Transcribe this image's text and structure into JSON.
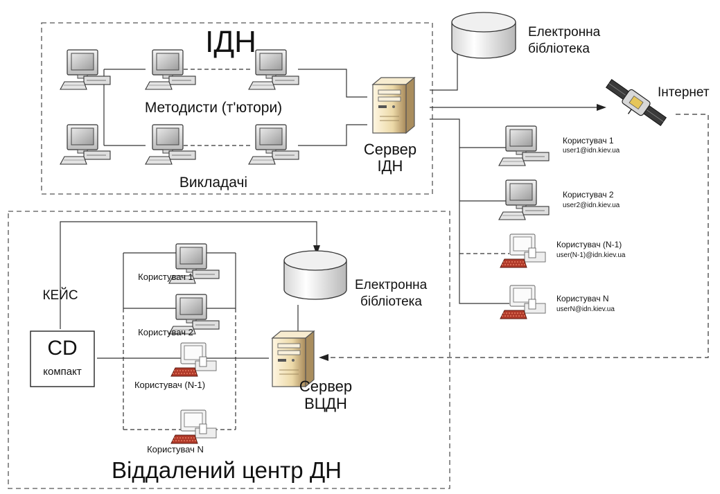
{
  "idn": {
    "title": "ІДН",
    "methodists_label": "Методисти (т'ютори)",
    "teachers_label": "Викладачі",
    "server_line1": "Сервер",
    "server_line2": "ІДН",
    "library_line1": "Електронна",
    "library_line2": "бібліотека"
  },
  "internet_label": "Інтернет",
  "remote_users": [
    {
      "name": "Користувач 1",
      "email": "user1@idn.kiev.ua"
    },
    {
      "name": "Користувач 2",
      "email": "user2@idn.kiev.ua"
    },
    {
      "name": "Користувач (N-1)",
      "email": "user(N-1)@idn.kiev.ua"
    },
    {
      "name": "Користувач N",
      "email": "userN@idn.kiev.ua"
    }
  ],
  "center": {
    "title": "Віддалений центр ДН",
    "case_label": "КЕЙС",
    "cd_line1": "CD",
    "cd_line2": "компакт",
    "library_line1": "Електронна",
    "library_line2": "бібліотека",
    "server_line1": "Сервер",
    "server_line2": "ВЦДН",
    "users": [
      "Користувач 1",
      "Користувач 2",
      "Користувач (N-1)",
      "Користувач N"
    ]
  },
  "icons": {
    "workstation": "desktop-computer-icon",
    "faded_workstation": "desktop-computer-red-keyboard-icon",
    "server": "tower-server-icon",
    "database": "database-cylinder-icon",
    "satellite": "satellite-icon"
  }
}
